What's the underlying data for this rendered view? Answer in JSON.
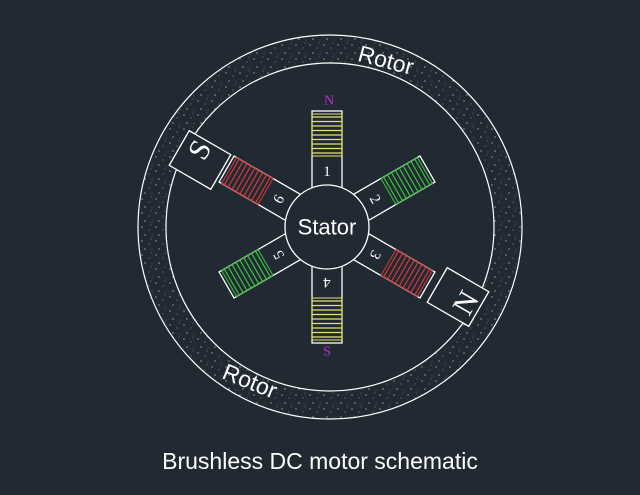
{
  "labels": {
    "rotor_top": "Rotor",
    "rotor_bottom": "Rotor",
    "stator": "Stator",
    "pole_left": "S",
    "pole_right": "N",
    "tooth_top_pole": "N",
    "tooth_bottom_pole": "S"
  },
  "teeth": [
    {
      "number": "1",
      "winding_color": "#e3e36b"
    },
    {
      "number": "2",
      "winding_color": "#3fc43f"
    },
    {
      "number": "3",
      "winding_color": "#d63a3a"
    },
    {
      "number": "4",
      "winding_color": "#e3e36b"
    },
    {
      "number": "5",
      "winding_color": "#3fc43f"
    },
    {
      "number": "6",
      "winding_color": "#d63a3a"
    }
  ],
  "colors": {
    "background": "#212a32",
    "line": "#ffffff",
    "pole_label": "#c02ad6"
  },
  "caption": "Brushless DC motor schematic"
}
